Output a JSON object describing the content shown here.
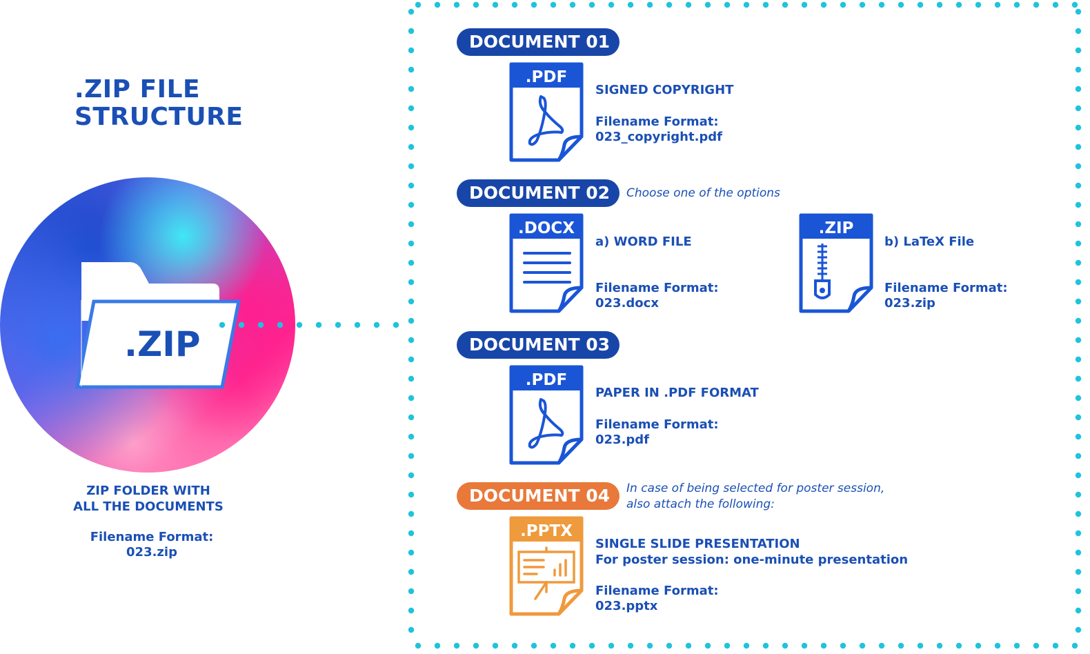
{
  "title": {
    "line1": ".ZIP FILE",
    "line2": "STRUCTURE"
  },
  "left": {
    "zip_label": ".ZIP",
    "caption_line1": "ZIP FOLDER WITH",
    "caption_line2": "ALL THE DOCUMENTS",
    "format_label": "Filename Format:",
    "format_value": "023.zip"
  },
  "colors": {
    "primary": "#1846a8",
    "text": "#1a4fb5",
    "accent": "#e8793a",
    "dots": "#1fc3dd"
  },
  "documents": [
    {
      "badge": "DOCUMENT 01",
      "files": [
        {
          "ext": ".PDF",
          "icon": "pdf-icon",
          "title": "SIGNED COPYRIGHT",
          "format_label": "Filename Format:",
          "format_value": "023_copyright.pdf"
        }
      ]
    },
    {
      "badge": "DOCUMENT 02",
      "note": "Choose one of the options",
      "files": [
        {
          "ext": ".DOCX",
          "icon": "document-lines-icon",
          "title": "a) WORD FILE",
          "format_label": "Filename Format:",
          "format_value": "023.docx"
        },
        {
          "ext": ".ZIP",
          "icon": "zipper-icon",
          "title": "b) LaTeX File",
          "format_label": "Filename Format:",
          "format_value": "023.zip"
        }
      ]
    },
    {
      "badge": "DOCUMENT 03",
      "files": [
        {
          "ext": ".PDF",
          "icon": "pdf-icon",
          "title": "PAPER IN .PDF FORMAT",
          "format_label": "Filename Format:",
          "format_value": "023.pdf"
        }
      ]
    },
    {
      "badge": "DOCUMENT 04",
      "note_line1": "In case of being selected for poster session,",
      "note_line2": "also attach the following:",
      "files": [
        {
          "ext": ".PPTX",
          "icon": "presentation-board-icon",
          "title": "SINGLE SLIDE PRESENTATION",
          "subtitle": "For poster session: one-minute presentation",
          "format_label": "Filename Format:",
          "format_value": "023.pptx"
        }
      ]
    }
  ]
}
